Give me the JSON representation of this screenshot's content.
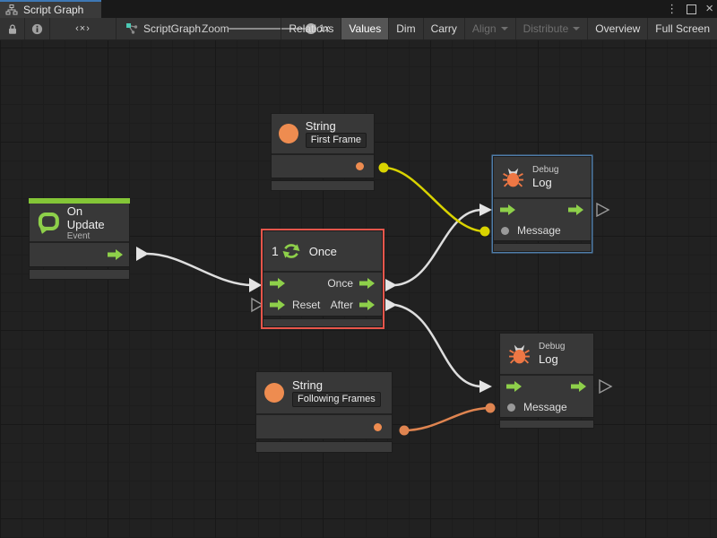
{
  "window": {
    "tab_title": "Script Graph",
    "controls": {
      "more": "⋮",
      "maximize": "□",
      "close": "×"
    }
  },
  "toolbar": {
    "code_icon": "‹×›",
    "breadcrumb": "ScriptGraph",
    "zoom_label": "Zoom",
    "zoom_value": "1x",
    "relations": "Relations",
    "values": "Values",
    "dim": "Dim",
    "carry": "Carry",
    "align": "Align",
    "distribute": "Distribute",
    "overview": "Overview",
    "fullscreen": "Full Screen"
  },
  "nodes": {
    "string_first": {
      "title": "String",
      "value": "First Frame"
    },
    "on_update": {
      "title": "On Update",
      "subtitle": "Event"
    },
    "once": {
      "icon_number": "1",
      "title": "Once",
      "out_once": "Once",
      "in_reset": "Reset",
      "out_after": "After"
    },
    "debug_top": {
      "kicker": "Debug",
      "title": "Log",
      "message": "Message"
    },
    "debug_bottom": {
      "kicker": "Debug",
      "title": "Log",
      "message": "Message"
    },
    "string_following": {
      "title": "String",
      "value": "Following Frames"
    }
  },
  "colors": {
    "flow_green": "#8ed04a",
    "type_orange": "#ee8c50",
    "wire_yellow": "#d9d300",
    "wire_orange": "#df8450",
    "wire_white": "#dedede",
    "selection_red": "#e8564b",
    "selection_blue": "#4e7ca8",
    "canvas_bg": "#212121"
  }
}
